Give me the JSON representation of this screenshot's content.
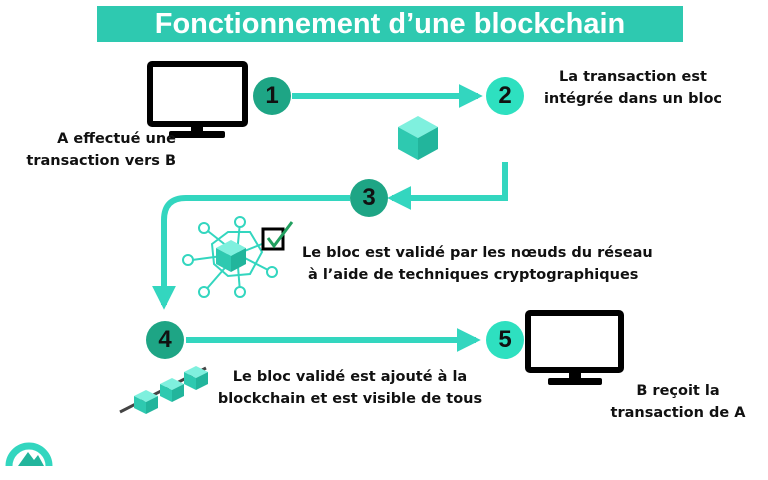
{
  "title": "Fonctionnement d’une blockchain",
  "steps": [
    "1",
    "2",
    "3",
    "4",
    "5"
  ],
  "labels": {
    "sender": [
      "A effectué une",
      "transaction vers B"
    ],
    "integrated": [
      "La transaction est",
      "intégrée dans un bloc"
    ],
    "validated": [
      "Le bloc est validé par les nœuds du réseau",
      "à l’aide de techniques cryptographiques"
    ],
    "added": [
      "Le bloc validé est ajouté à la",
      "blockchain et est visible de tous"
    ],
    "receiver": [
      "B reçoit la",
      "transaction de A"
    ]
  },
  "colors": {
    "accent": "#2ec9b0",
    "step_dark": "#1ea585",
    "step_light": "#2ee0c0",
    "arrow": "#33d6bf"
  },
  "icons": [
    "computer-icon",
    "cube-icon",
    "network-icon",
    "checkbox-icon",
    "chain-icon",
    "logo-icon"
  ]
}
